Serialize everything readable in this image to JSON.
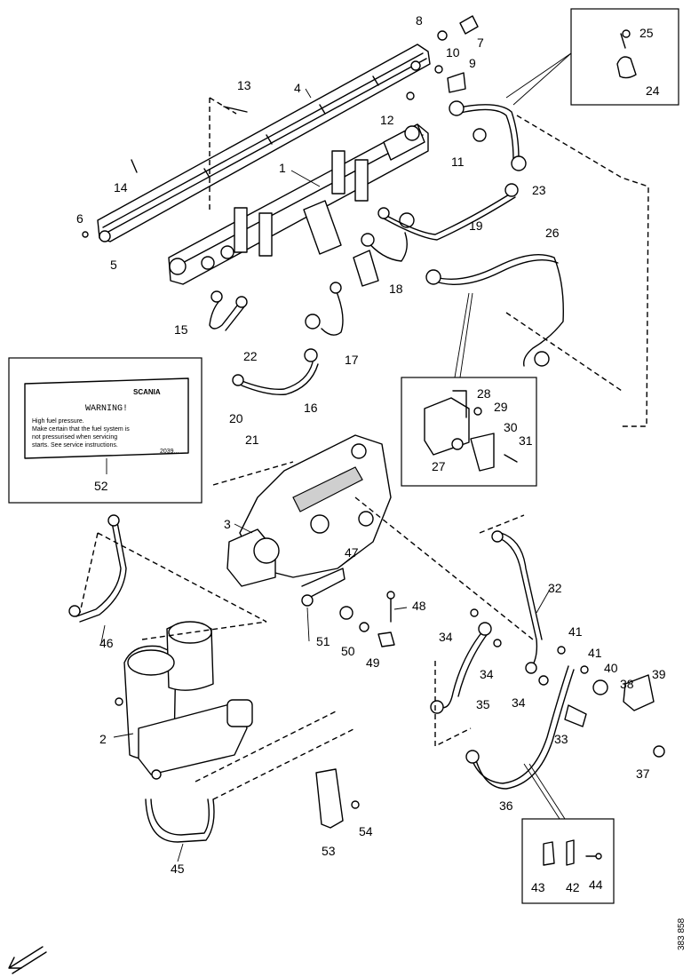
{
  "diagram": {
    "drawing_code": "383 858",
    "labels": [
      "1",
      "2",
      "3",
      "4",
      "5",
      "6",
      "7",
      "8",
      "9",
      "10",
      "11",
      "12",
      "13",
      "14",
      "15",
      "16",
      "17",
      "18",
      "19",
      "20",
      "21",
      "22",
      "23",
      "24",
      "25",
      "26",
      "27",
      "28",
      "29",
      "30",
      "31",
      "32",
      "33",
      "34",
      "35",
      "36",
      "37",
      "38",
      "39",
      "40",
      "41",
      "42",
      "43",
      "44",
      "45",
      "46",
      "47",
      "48",
      "49",
      "50",
      "51",
      "52",
      "53",
      "54"
    ],
    "extra_labels": [
      "34",
      "34",
      "41",
      "34"
    ],
    "warning_label": {
      "brand": "SCANIA",
      "heading": "WARNING!",
      "lines": [
        "High fuel pressure.",
        "Make certain that the fuel system is",
        "not pressurised when servicing",
        "starts. See service instructions."
      ],
      "code": "2039..."
    }
  }
}
